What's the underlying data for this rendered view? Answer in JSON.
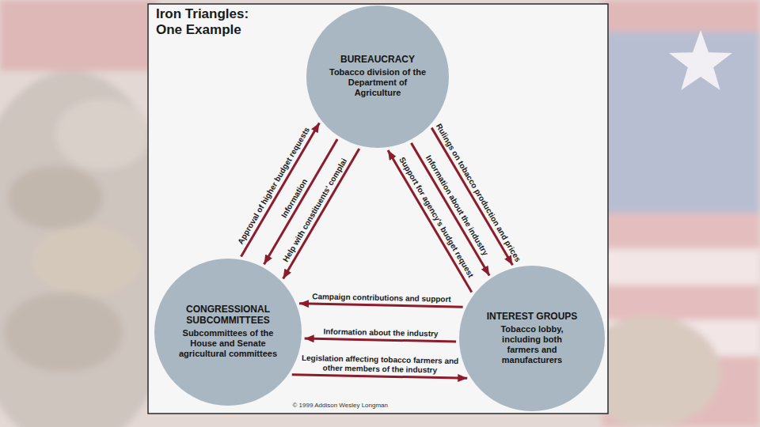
{
  "diagram": {
    "title": "Iron Triangles: One Example",
    "nodes": [
      {
        "text": [
          "BUREAUCRACY",
          "Tobacco division of the Department of Agriculture"
        ]
      },
      {
        "text": [
          "CONGRESSIONAL SUBCOMMITTEES",
          "Subcommittees of the House and Senate agricultural committees"
        ]
      },
      {
        "text": [
          "INTEREST GROUPS",
          "Tobacco lobby, including both farmers and manufacturers"
        ]
      }
    ],
    "edges": [
      {
        "from": 1,
        "to": 0,
        "label": "Approval of higher budget requests",
        "arrow": "to"
      },
      {
        "from": 0,
        "to": 1,
        "label": "Information",
        "arrow": "to"
      },
      {
        "from": 0,
        "to": 1,
        "label": "Help with constituents' complai",
        "arrow": "to"
      },
      {
        "from": 2,
        "to": 0,
        "label": "Support for agency's budget request",
        "arrow": "to"
      },
      {
        "from": 0,
        "to": 2,
        "label": "Information about the industry",
        "arrow": "to"
      },
      {
        "from": 0,
        "to": 2,
        "label": "Rulings on tobacco production and prices",
        "arrow": "to"
      },
      {
        "from": 2,
        "to": 1,
        "label": "Campaign contributions and support",
        "arrow": "to"
      },
      {
        "from": 2,
        "to": 1,
        "label": "Information about the industry",
        "arrow": "to"
      },
      {
        "from": 1,
        "to": 2,
        "label": "Legislation affecting tobacco farmers and other members of the industry",
        "arrow": "to"
      }
    ],
    "labels": [
      "© 1999 Addison Wesley Longman"
    ]
  }
}
